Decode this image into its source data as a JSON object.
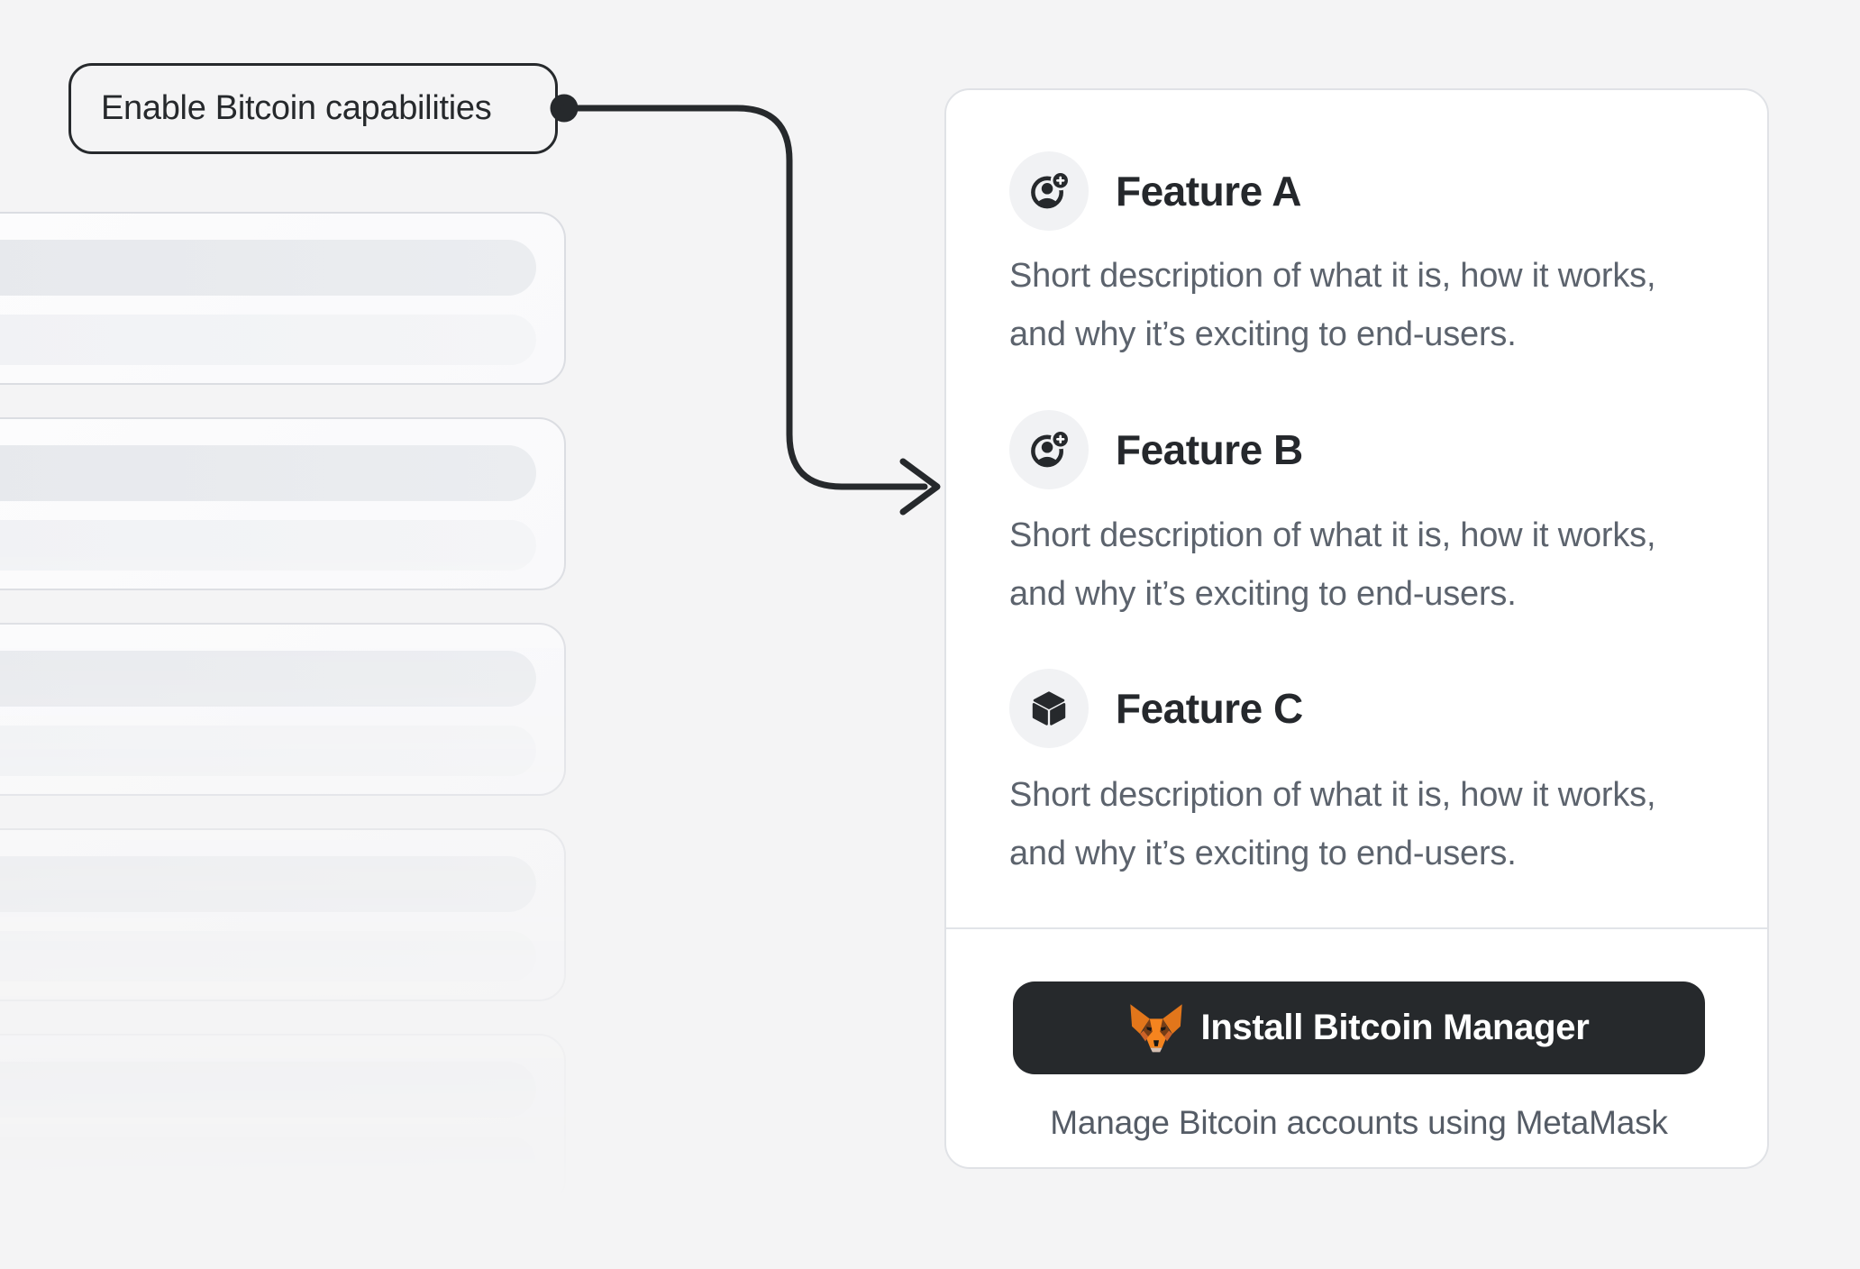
{
  "annotation": {
    "label": "Enable Bitcoin capabilities"
  },
  "features": [
    {
      "title": "Feature A",
      "icon": "user-add-icon",
      "description": "Short description of what it is, how it works, and why it’s exciting to end-users."
    },
    {
      "title": "Feature B",
      "icon": "user-add-icon",
      "description": "Short description of what it is, how it works, and why it’s exciting to end-users."
    },
    {
      "title": "Feature C",
      "icon": "cube-icon",
      "description": "Short description of what it is, how it works, and why it’s exciting to end-users."
    }
  ],
  "footer": {
    "button_label": "Install Bitcoin Manager",
    "button_icon": "metamask-fox-icon",
    "caption": "Manage Bitcoin accounts using MetaMask"
  },
  "skeleton": {
    "card_count": 5,
    "bars_per_card": 2
  },
  "colors": {
    "page_background": "#f4f4f5",
    "ink": "#26292c",
    "heading": "#25282c",
    "description_gray": "#5c636d",
    "caption_gray": "#555c66",
    "card_background": "#ffffff",
    "card_border": "#e0e2e6",
    "divider": "#e1e4e8",
    "icon_circle_background": "#f1f2f4",
    "skeleton_border": "#dbdde2",
    "skeleton_bar_dark": "#e8eaed",
    "skeleton_bar_light": "#f2f3f6",
    "button_background": "#26292c",
    "metamask_orange": "#F5841F",
    "metamask_dark_orange": "#E2761B",
    "metamask_brown": "#763D16",
    "metamask_muzzle": "#D5BFB2"
  }
}
